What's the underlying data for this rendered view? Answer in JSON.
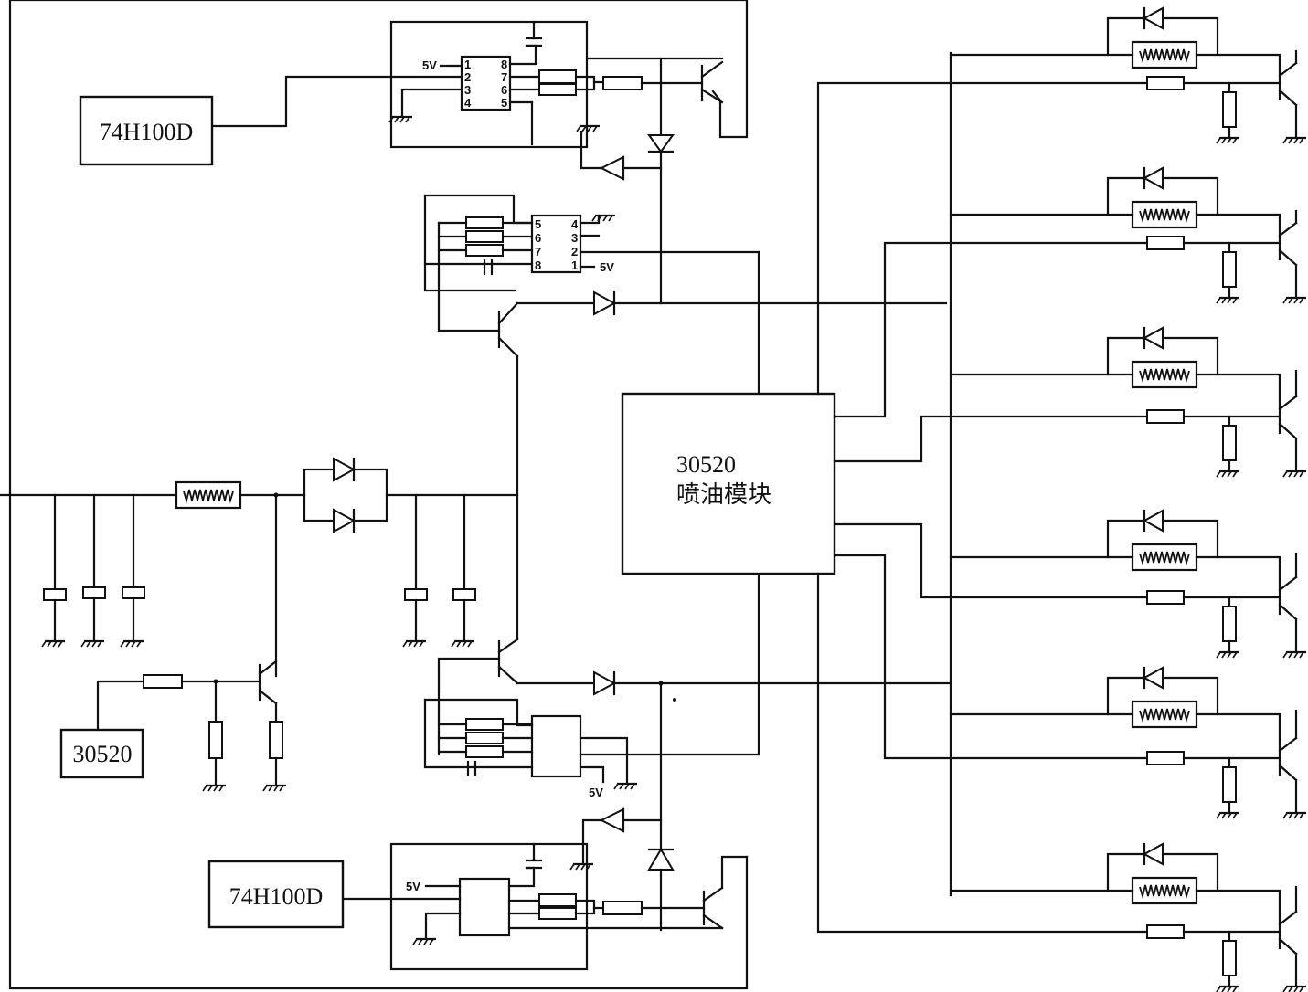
{
  "blocks": {
    "module_line1": "30520",
    "module_line2": "喷油模块",
    "driver_top": "74H100D",
    "driver_bottom": "74H100D",
    "sensor": "30520"
  },
  "labels": {
    "supply_top": "5V",
    "supply_mid": "5V",
    "supply_bottom_left": "5V",
    "supply_bottom_mid": "5V"
  },
  "ic_top_left_pins": [
    "1",
    "2",
    "3",
    "4"
  ],
  "ic_top_right_pins": [
    "8",
    "7",
    "6",
    "5"
  ],
  "ic_mid_left_pins": [
    "5",
    "6",
    "7",
    "8"
  ],
  "ic_mid_right_pins": [
    "4",
    "3",
    "2",
    "1"
  ],
  "colors": {
    "ink": "#111111",
    "background": "#ffffff"
  }
}
